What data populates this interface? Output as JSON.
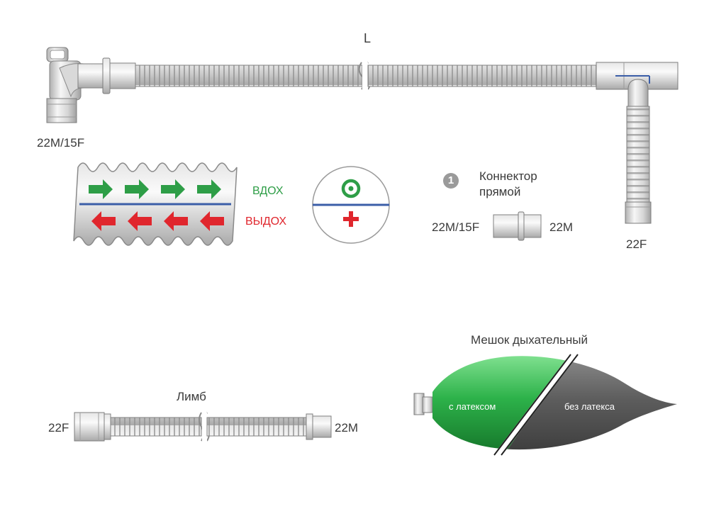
{
  "circuit": {
    "length_label": "L",
    "left_end_label": "22M/15F",
    "right_end_label": "22F"
  },
  "legend": {
    "inhale_label": "ВДОХ",
    "exhale_label": "ВЫДОХ",
    "inhale_color": "#2e9e47",
    "exhale_color": "#e0262d",
    "divider_color": "#3b5ea8"
  },
  "connector": {
    "number": "1",
    "title_line1": "Коннектор",
    "title_line2": "прямой",
    "left_label": "22M/15F",
    "right_label": "22M"
  },
  "limb": {
    "title": "Лимб",
    "left_label": "22F",
    "right_label": "22M"
  },
  "bag": {
    "title": "Мешок дыхательный",
    "latex_label": "с латексом",
    "no_latex_label": "без латекса",
    "latex_color": "#2db24a",
    "no_latex_color": "#5e5e5e"
  }
}
